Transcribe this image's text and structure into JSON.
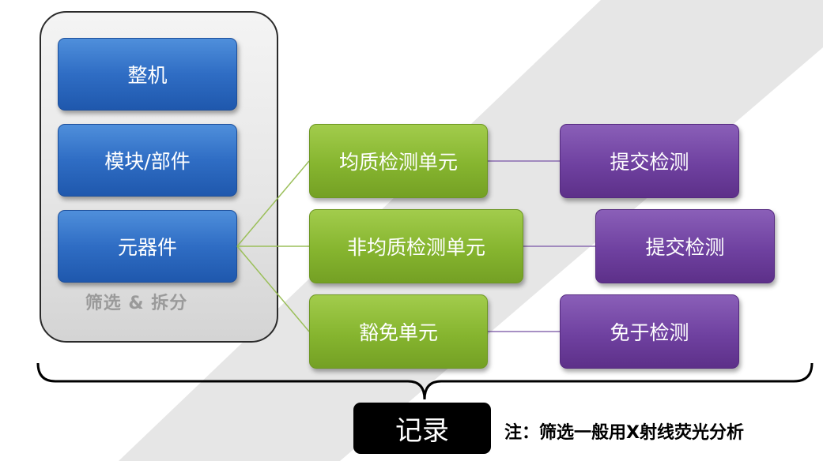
{
  "colors": {
    "blue": "#2f6dc4",
    "green": "#86b52f",
    "purple": "#6f41a0",
    "connector_green": "#9bbf5a",
    "connector_purple": "#8a6bb0",
    "background_stripe": "#e6e6e6"
  },
  "left_group": {
    "items": [
      {
        "label": "整机"
      },
      {
        "label": "模块/部件"
      },
      {
        "label": "元器件"
      }
    ],
    "caption": "筛选 & 拆分"
  },
  "units": [
    {
      "label": "均质检测单元",
      "action": "提交检测"
    },
    {
      "label": "非均质检测单元",
      "action": "提交检测"
    },
    {
      "label": "豁免单元",
      "action": "免于检测"
    }
  ],
  "record": {
    "label": "记录"
  },
  "note": "注：筛选一般用X射线荧光分析"
}
